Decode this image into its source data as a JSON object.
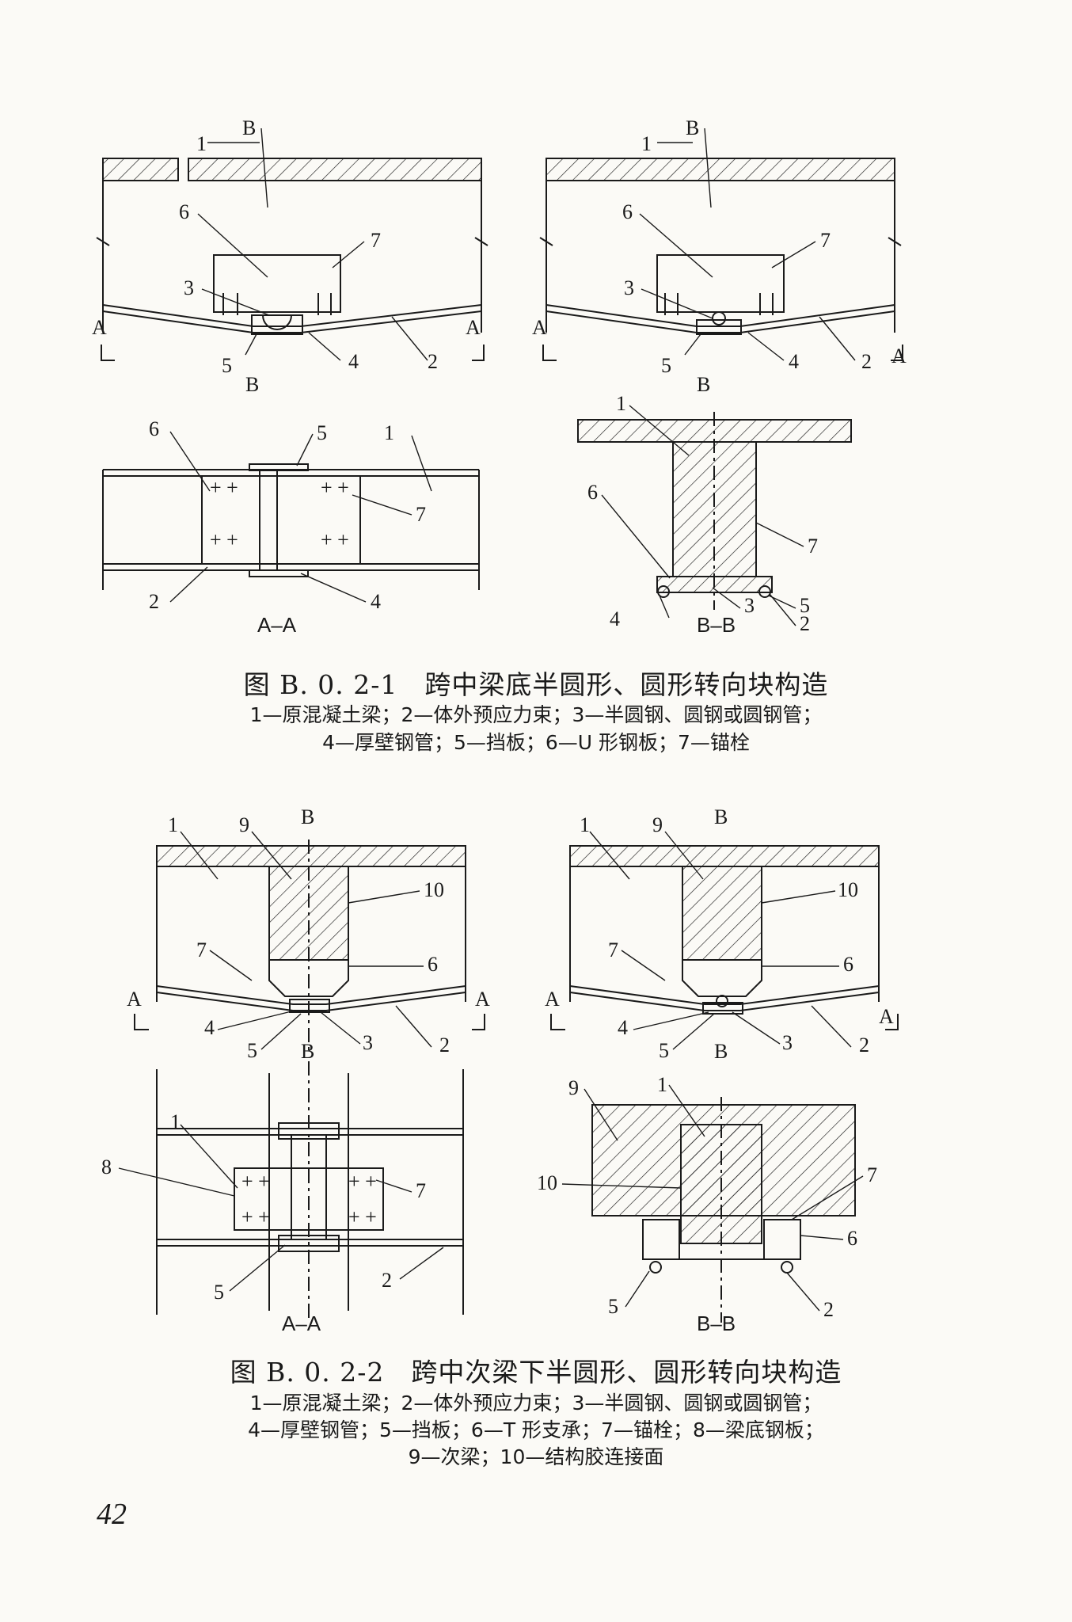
{
  "labels": {
    "n1": "1",
    "n2": "2",
    "n3": "3",
    "n4": "4",
    "n5": "5",
    "n6": "6",
    "n7": "7",
    "n8": "8",
    "n9": "9",
    "n10": "10",
    "A": "A",
    "B": "B"
  },
  "section_labels": {
    "aa": "A–A",
    "bb": "B–B"
  },
  "figure1": {
    "title": "图 B. 0. 2-1　跨中梁底半圆形、圆形转向块构造",
    "legend_line1": "1—原混凝土梁；2—体外预应力束；3—半圆钢、圆钢或圆钢管；",
    "legend_line2": "4—厚壁钢管；5—挡板；6—U 形钢板；7—锚栓"
  },
  "figure2": {
    "title": "图 B. 0. 2-2　跨中次梁下半圆形、圆形转向块构造",
    "legend_line1": "1—原混凝土梁；2—体外预应力束；3—半圆钢、圆钢或圆钢管；",
    "legend_line2": "4—厚壁钢管；5—挡板；6—T 形支承；7—锚栓；8—梁底钢板；",
    "legend_line3": "9—次梁；10—结构胶连接面"
  },
  "page_number": "42"
}
